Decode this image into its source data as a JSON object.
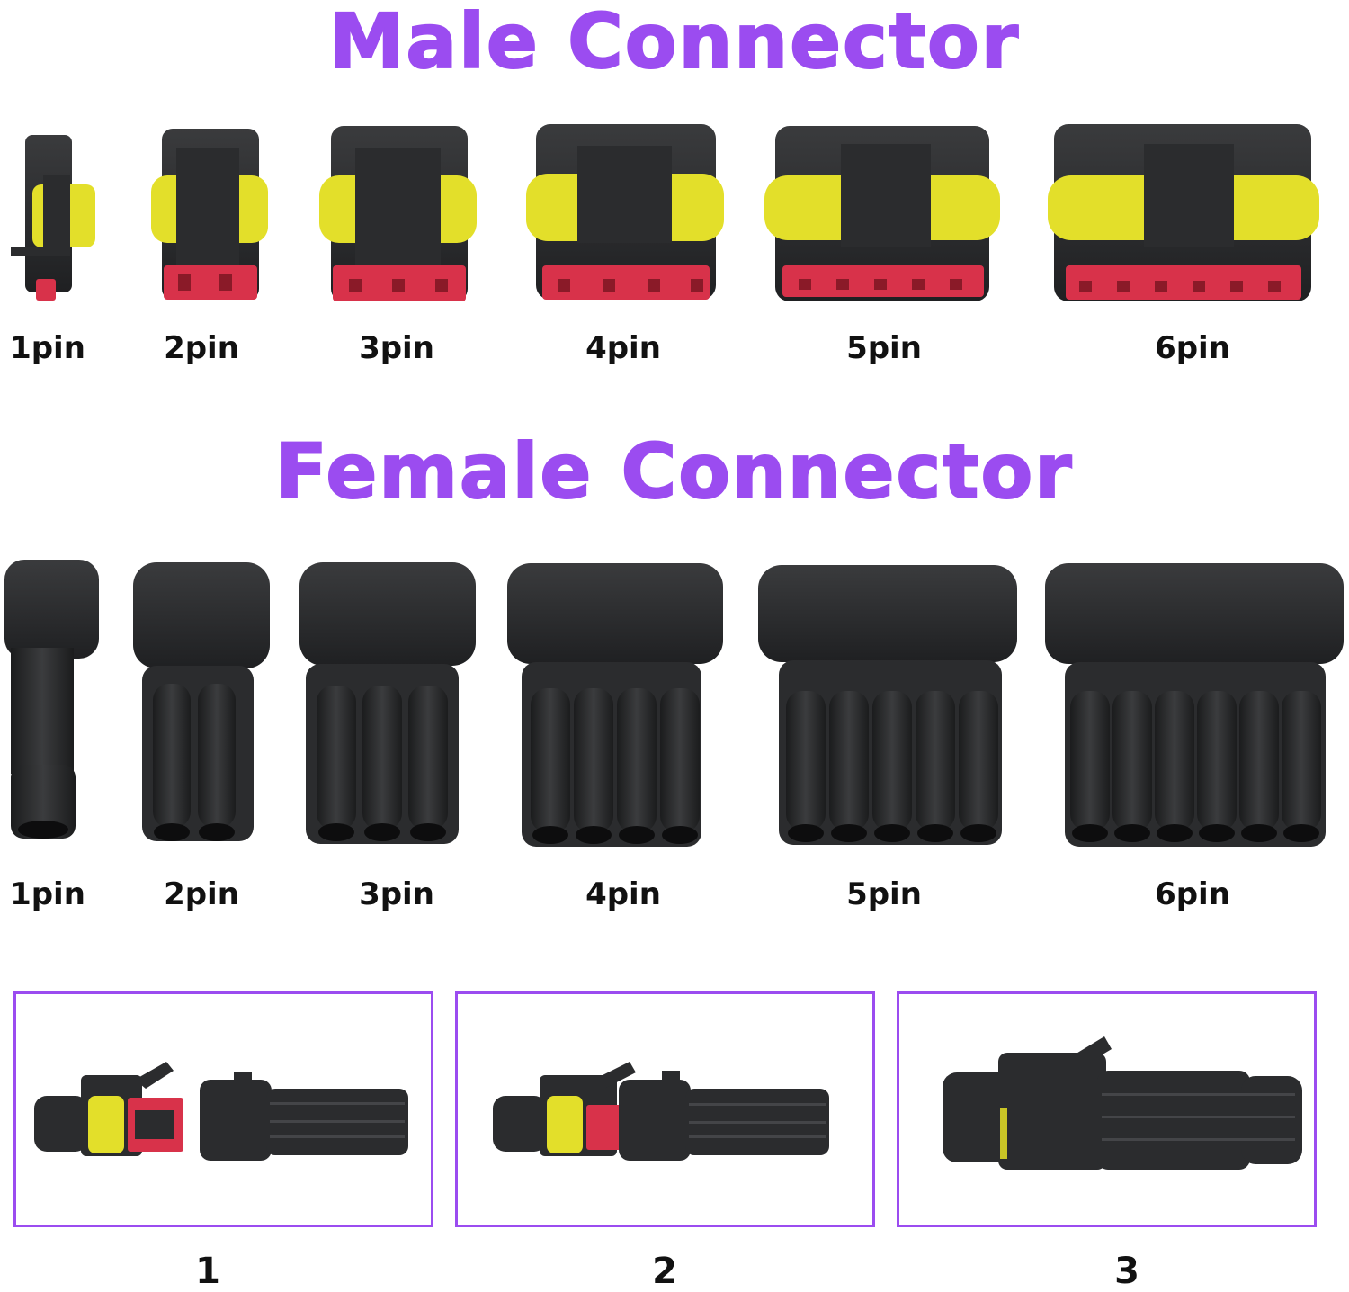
{
  "headings": {
    "male": "Male Connector",
    "female": "Female Connector"
  },
  "male": {
    "labels": [
      "1pin",
      "2pin",
      "3pin",
      "4pin",
      "5pin",
      "6pin"
    ]
  },
  "female": {
    "labels": [
      "1pin",
      "2pin",
      "3pin",
      "4pin",
      "5pin",
      "6pin"
    ]
  },
  "steps": {
    "labels": [
      "1",
      "2",
      "3"
    ]
  },
  "colors": {
    "heading": "#9b4cf0",
    "box_border": "#9b4cf0",
    "connector_body": "#2b2c2e",
    "connector_dark": "#1a1b1c",
    "seal": "#e3df2a",
    "latch_red": "#d8324a"
  }
}
